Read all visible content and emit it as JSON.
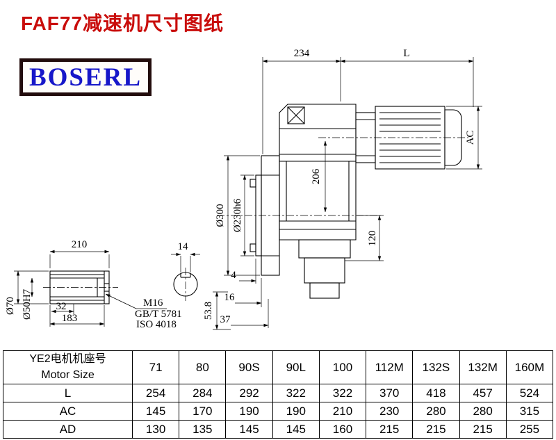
{
  "page": {
    "title": "FAF77减速机尺寸图纸",
    "logo": "BOSERL"
  },
  "colors": {
    "title_red": "#c90d0b",
    "logo_blue": "#1717c9",
    "logo_border": "#220c0c",
    "line_black": "#000000"
  },
  "drawing": {
    "dims": {
      "top_width": "234",
      "motor_length": "L",
      "motor_height": "AC",
      "center_height": "206",
      "flange_od": "Ø300",
      "spigot_od": "Ø230h6",
      "shaft_height": "120",
      "spigot_depth": "4",
      "step_depth": "16",
      "flange_depth": "37",
      "foot_height": "53.8",
      "shaft_length": "210",
      "key_width": "14",
      "shaft_od": "Ø70",
      "bore_dia": "Ø50H7",
      "bore_step": "32",
      "bore_depth": "183",
      "thread": "M16",
      "thread_std1": "GB/T 5781",
      "thread_std2": "ISO 4018"
    }
  },
  "table": {
    "header_col_line1": "YE2电机机座号",
    "header_col_line2": "Motor Size",
    "motor_sizes": [
      "71",
      "80",
      "90S",
      "90L",
      "100",
      "112M",
      "132S",
      "132M",
      "160M"
    ],
    "rows": [
      {
        "label": "L",
        "values": [
          "254",
          "284",
          "292",
          "322",
          "322",
          "370",
          "418",
          "457",
          "524"
        ]
      },
      {
        "label": "AC",
        "values": [
          "145",
          "170",
          "190",
          "190",
          "210",
          "230",
          "280",
          "280",
          "315"
        ]
      },
      {
        "label": "AD",
        "values": [
          "130",
          "135",
          "145",
          "145",
          "160",
          "215",
          "215",
          "215",
          "255"
        ]
      }
    ]
  }
}
